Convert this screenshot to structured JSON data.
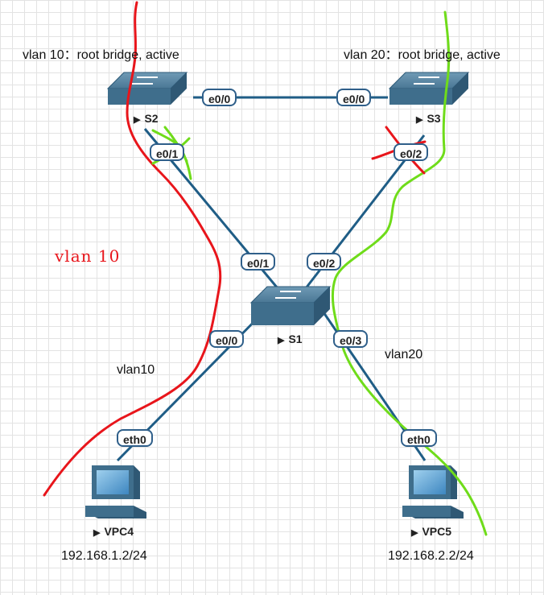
{
  "annotations": {
    "s2_role": "vlan 10：root bridge, active",
    "s3_role": "vlan 20：root bridge, active",
    "vlan_red": "vlan 10",
    "vlan10_path": "vlan10",
    "vlan20_path": "vlan20"
  },
  "nodes": {
    "s2": {
      "label": "S2",
      "type": "switch"
    },
    "s3": {
      "label": "S3",
      "type": "switch"
    },
    "s1": {
      "label": "S1",
      "type": "switch"
    },
    "vpc4": {
      "label": "VPC4",
      "type": "pc",
      "ip": "192.168.1.2/24"
    },
    "vpc5": {
      "label": "VPC5",
      "type": "pc",
      "ip": "192.168.2.2/24"
    }
  },
  "ports": {
    "s2_e00": "e0/0",
    "s3_e00": "e0/0",
    "s2_e01": "e0/1",
    "s3_e02": "e0/2",
    "s1_e01": "e0/1",
    "s1_e02": "e0/2",
    "s1_e00": "e0/0",
    "s1_e03": "e0/3",
    "vpc4_eth0": "eth0",
    "vpc5_eth0": "eth0"
  },
  "colors": {
    "link": "#1f5d86",
    "vlan10_path": "#e8151b",
    "vlan20_path": "#6fdc1a",
    "switch_body": "#3f6e8c"
  },
  "icons": {
    "blocked_port_mark": "cross-mark-icon"
  }
}
